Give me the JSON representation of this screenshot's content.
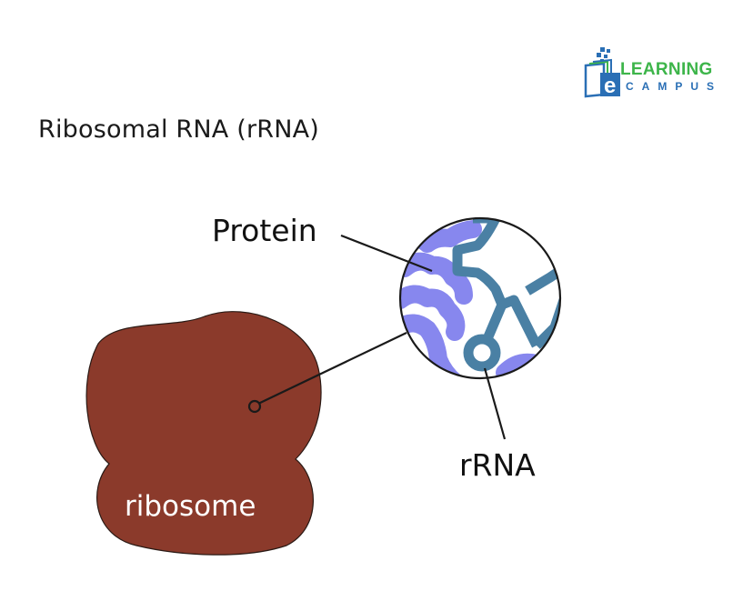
{
  "title": "Ribosomal RNA (rRNA)",
  "logo": {
    "line1": "LEARNING",
    "line2": "CAMPUS",
    "prefix": "e",
    "colors": {
      "green": "#3db54a",
      "blue": "#2a6fb5"
    }
  },
  "diagram": {
    "labels": {
      "protein": "Protein",
      "rrna": "rRNA",
      "ribosome": "ribosome"
    },
    "colors": {
      "ribosome_fill": "#8b3a2b",
      "protein_fill": "#8787ee",
      "rrna_stroke": "#4a80a4",
      "outline": "#1a1a1a"
    }
  }
}
